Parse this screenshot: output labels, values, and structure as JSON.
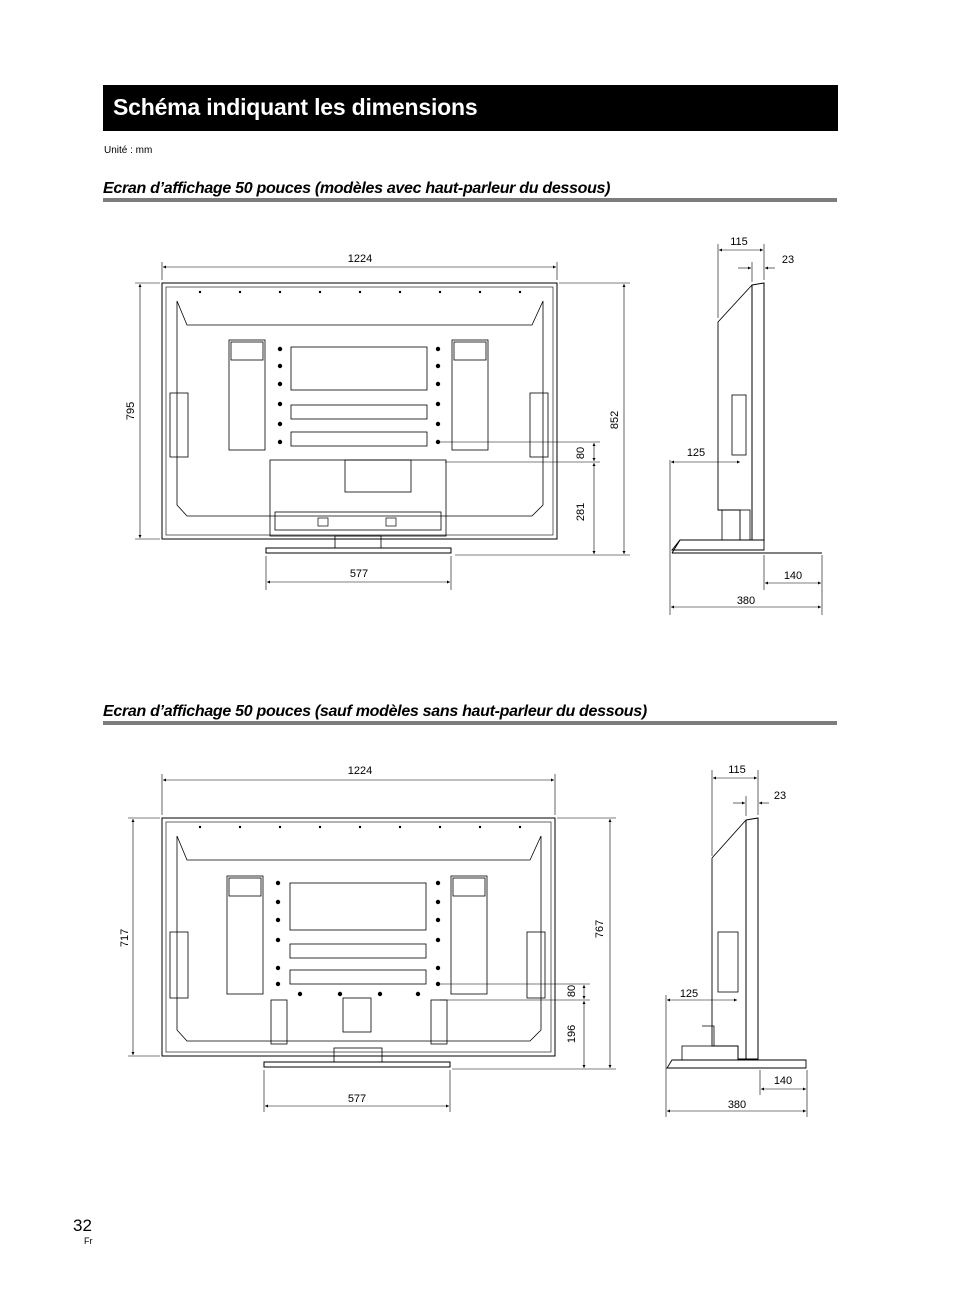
{
  "page_title": "Schéma indiquant les dimensions",
  "unit_label": "Unité : mm",
  "sections": [
    {
      "heading": "Ecran d’affichage 50 pouces (modèles avec haut-parleur du dessous)",
      "dims": {
        "width": "1224",
        "height_screen": "795",
        "height_total": "852",
        "mount_offset": "80",
        "mount_height": "281",
        "stand_width": "577",
        "depth_top": "115",
        "depth_panel": "23",
        "depth_mount": "125",
        "stand_front": "140",
        "stand_depth": "380"
      }
    },
    {
      "heading": "Ecran d’affichage 50 pouces (sauf modèles sans haut-parleur du dessous)",
      "dims": {
        "width": "1224",
        "height_screen": "717",
        "height_total": "767",
        "mount_offset": "80",
        "mount_height": "196",
        "stand_width": "577",
        "depth_top": "115",
        "depth_panel": "23",
        "depth_mount": "125",
        "stand_front": "140",
        "stand_depth": "380"
      }
    }
  ],
  "page_number": "32",
  "language": "Fr"
}
